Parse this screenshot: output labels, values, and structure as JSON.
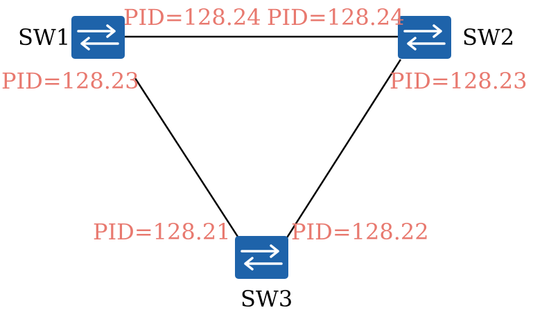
{
  "colors": {
    "switch_fill": "#1e63aa",
    "pid_text": "#e8796f",
    "link": "#000000"
  },
  "switches": [
    {
      "id": "sw1",
      "label": "SW1",
      "icon": "switch-icon"
    },
    {
      "id": "sw2",
      "label": "SW2",
      "icon": "switch-icon"
    },
    {
      "id": "sw3",
      "label": "SW3",
      "icon": "switch-icon"
    }
  ],
  "links": [
    {
      "from": "sw1",
      "to": "sw2"
    },
    {
      "from": "sw1",
      "to": "sw3"
    },
    {
      "from": "sw2",
      "to": "sw3"
    }
  ],
  "ports": {
    "sw1_to_sw2": "PID=128.24",
    "sw2_to_sw1": "PID=128.24",
    "sw1_to_sw3": "PID=128.23",
    "sw2_to_sw3": "PID=128.23",
    "sw3_to_sw1": "PID=128.21",
    "sw3_to_sw2": "PID=128.22"
  }
}
